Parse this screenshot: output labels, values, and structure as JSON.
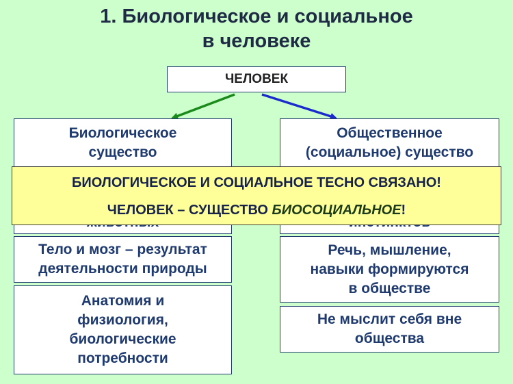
{
  "title": {
    "line1": "1. Биологическое и социальное",
    "line2": "в человеке"
  },
  "root": {
    "label": "ЧЕЛОВЕК"
  },
  "left": {
    "header": [
      "Биологическое",
      "существо"
    ],
    "hidden": "животных",
    "items": [
      [
        "Тело и мозг – результат",
        "деятельности природы"
      ],
      [
        "Анатомия и",
        "физиология,",
        "биологические",
        "потребности"
      ]
    ]
  },
  "right": {
    "header": [
      "Общественное",
      "(социальное) существо"
    ],
    "hidden": "инстинктов",
    "items": [
      [
        "Речь, мышление,",
        "навыки формируются",
        "в обществе"
      ],
      [
        "Не мыслит себя вне",
        "общества"
      ]
    ]
  },
  "banner": {
    "line1": "БИОЛОГИЧЕСКОЕ И СОЦИАЛЬНОЕ ТЕСНО СВЯЗАНО!",
    "line2_prefix": "ЧЕЛОВЕК – СУЩЕСТВО ",
    "line2_em": "БИОСОЦИАЛЬНОЕ",
    "line2_suffix": "!"
  },
  "colors": {
    "background": "#ccffcc",
    "arrow_left": "#1a8a1a",
    "arrow_right": "#1a2acc",
    "banner": "#ffff99"
  }
}
